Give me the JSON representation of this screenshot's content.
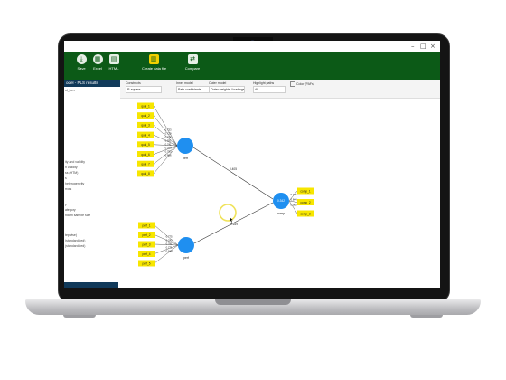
{
  "ribbon": {
    "buttons": [
      {
        "label": "Save",
        "icon": "save-icon"
      },
      {
        "label": "Excel",
        "icon": "excel-icon"
      },
      {
        "label": "HTML",
        "icon": "html-icon"
      },
      {
        "label": "Create data file",
        "icon": "create-data-file-icon"
      },
      {
        "label": "Compare",
        "icon": "compare-icon"
      }
    ]
  },
  "sidebar": {
    "title": "odel - PLS results",
    "items": [
      "ol_ben",
      "ity and validity",
      "n validity",
      "ss (HTM)",
      "s",
      "heterogeneity",
      "rrors",
      "",
      "y",
      "ategory",
      "ndom sample size",
      "",
      "tepwise)",
      "(standardized)",
      "(standardized)"
    ]
  },
  "toolbar": {
    "controls": [
      {
        "label": "Constructs",
        "value": "R-square"
      },
      {
        "label": "Inner model",
        "value": "Path coefficients"
      },
      {
        "label": "Outer model",
        "value": "Outer weights / loadings"
      },
      {
        "label": "Highlight paths",
        "value": "All"
      }
    ],
    "checkbox_label": "Color (PAFs)"
  },
  "model": {
    "constructs": [
      {
        "id": "perf",
        "label": "perf"
      },
      {
        "id": "perf2",
        "label": "perf"
      },
      {
        "id": "comp",
        "label": "comp"
      }
    ],
    "indicators_top": [
      "qual_1",
      "qual_2",
      "qual_3",
      "qual_4",
      "qual_5",
      "qual_6",
      "qual_7",
      "qual_8"
    ],
    "indicators_bottom": [
      "perf_1",
      "perf_2",
      "perf_3",
      "perf_4",
      "perf_5"
    ],
    "indicators_right": [
      "comp_1",
      "comp_2",
      "comp_3"
    ],
    "top_loadings": [
      "0.733",
      "0.729",
      "0.836",
      "0.831",
      "0.741",
      "0.763",
      "0.793",
      "0.866"
    ],
    "bottom_loadings": [
      "0.775",
      "0.742",
      "0.781",
      "0.771",
      "0.848"
    ],
    "right_loadings": [
      "0.796",
      "0.844",
      "0.900"
    ],
    "path_top": "0.405",
    "path_bottom": "0.169",
    "comp_value": "0.342"
  }
}
